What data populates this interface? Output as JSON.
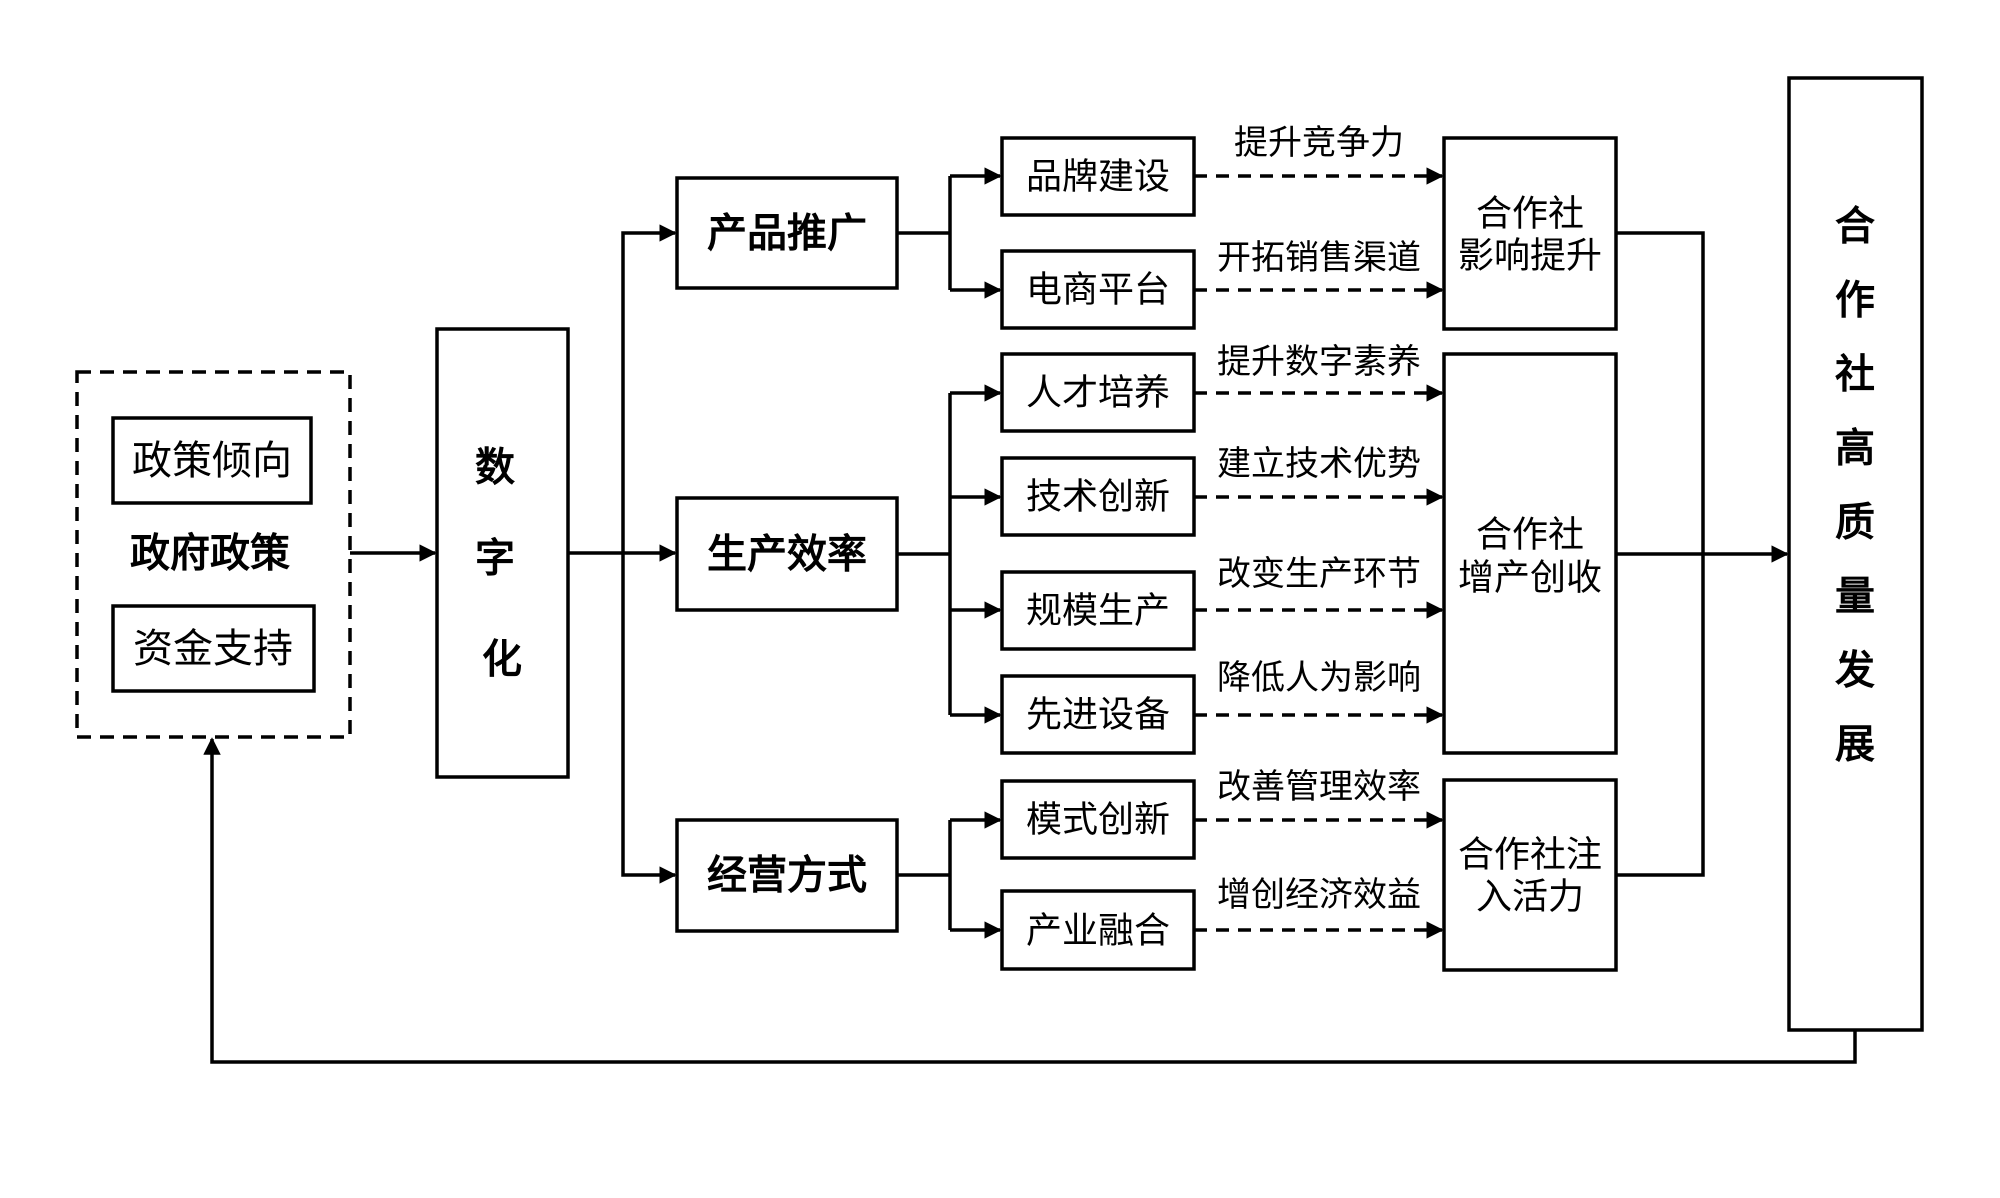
{
  "government": {
    "title": "政府政策",
    "items": [
      "政策倾向",
      "资金支持"
    ]
  },
  "digital": {
    "label": "数字化"
  },
  "pillars": [
    {
      "label": "产品推广",
      "subs": [
        "品牌建设",
        "电商平台"
      ]
    },
    {
      "label": "生产效率",
      "subs": [
        "人才培养",
        "技术创新",
        "规模生产",
        "先进设备"
      ]
    },
    {
      "label": "经营方式",
      "subs": [
        "模式创新",
        "产业融合"
      ]
    }
  ],
  "effects": [
    "提升竞争力",
    "开拓销售渠道",
    "提升数字素养",
    "建立技术优势",
    "改变生产环节",
    "降低人为影响",
    "改善管理效率",
    "增创经济效益"
  ],
  "outcomes": [
    {
      "line1": "合作社",
      "line2": "影响提升"
    },
    {
      "line1": "合作社",
      "line2": "增产创收"
    },
    {
      "line1": "合作社注",
      "line2": "入活力"
    }
  ],
  "goal": {
    "label": "合作社高质量发展"
  }
}
